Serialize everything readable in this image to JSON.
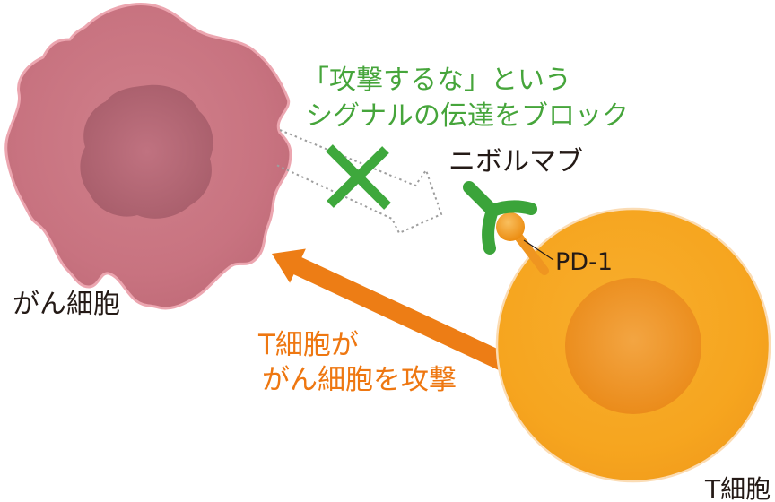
{
  "diagram": {
    "description": "Mechanism of nivolumab: blocks the do-not-attack signal from cancer cell to T cell PD-1, so the T cell attacks the cancer cell",
    "labels": {
      "cancer_cell": "がん細胞",
      "t_cell": "T細胞",
      "nivolumab": "ニボルマブ",
      "pd1": "PD-1",
      "block_caption_line1": "「攻撃するな」という",
      "block_caption_line2": "シグナルの伝達をブロック",
      "attack_caption_line1": "T細胞が",
      "attack_caption_line2": "がん細胞を攻撃"
    },
    "colors": {
      "cancer_cell_body": "#c6707d",
      "cancer_cell_nucleus": "#ab5f6c",
      "cancer_cell_outline": "#eca6b0",
      "t_cell_body": "#f5a31d",
      "t_cell_nucleus": "#ec8d1b",
      "antibody_green": "#3ba43a",
      "x_green": "#3ea83c",
      "text_green": "#46a53b",
      "arrow_orange": "#ed7d15",
      "text_orange": "#ee7711",
      "stalk_orange": "#ef9520",
      "dashed_gray": "#9e9e9e",
      "label_black": "#241a16"
    }
  }
}
